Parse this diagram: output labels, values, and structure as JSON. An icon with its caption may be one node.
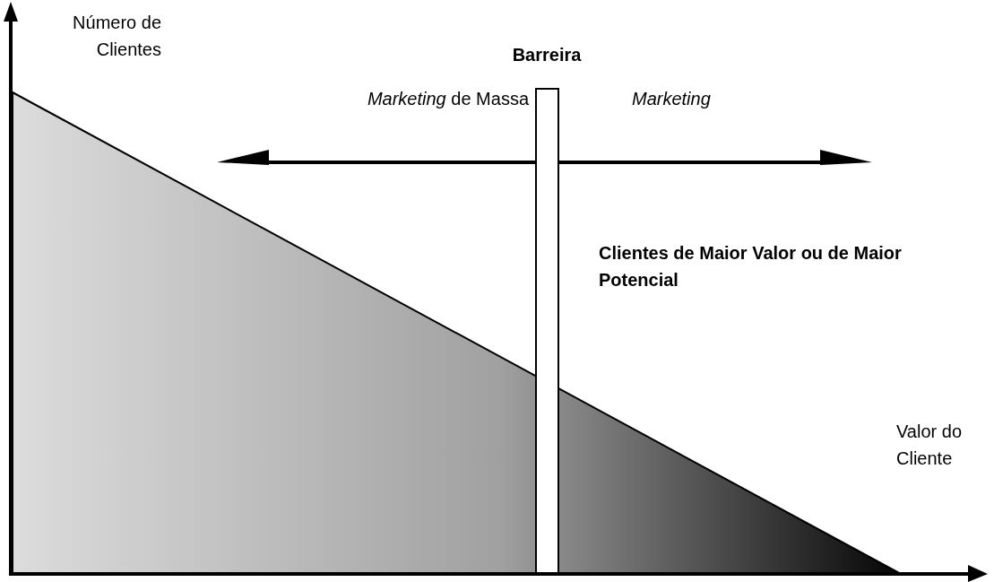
{
  "diagram": {
    "nodes": [
      {
        "text": [
          "Barreira"
        ]
      }
    ],
    "labels": [
      "Número de Clientes",
      "Valor do Cliente",
      "*Marketing* de Massa",
      "Marketing",
      "Clientes de Maior Valor ou de Maior Potencial"
    ]
  }
}
